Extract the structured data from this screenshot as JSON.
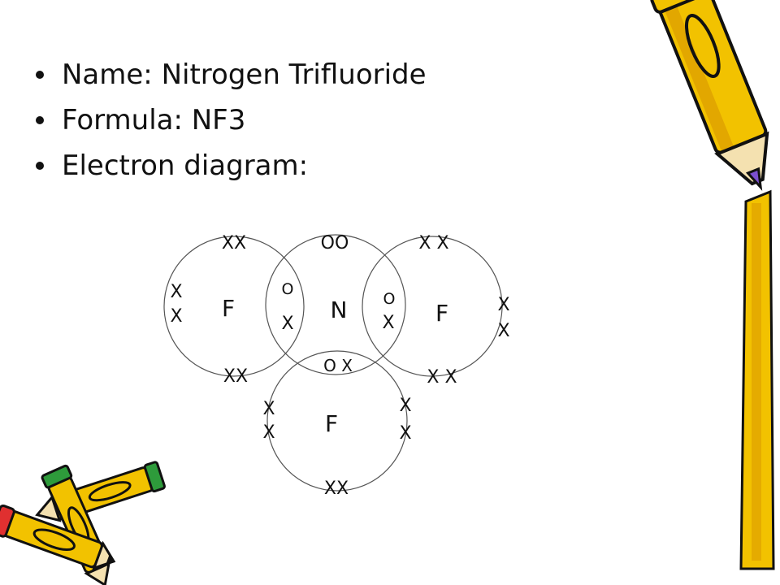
{
  "bullets": [
    {
      "text": "Name: Nitrogen Trifluoride"
    },
    {
      "text": "Formula: NF3"
    },
    {
      "text": "Electron diagram:"
    }
  ],
  "diagram": {
    "atoms": {
      "f_left": "F",
      "n_center": "N",
      "f_right": "F",
      "f_bottom": "F"
    },
    "electrons": {
      "f_left_top": "XX",
      "f_left_side_1": "X",
      "f_left_side_2": "X",
      "f_left_bottom": "XX",
      "n_top": "OO",
      "bond_left_o": "O",
      "bond_left_x": "X",
      "bond_right_o": "O",
      "bond_right_x": "X",
      "bond_bottom": "O X",
      "f_right_top": "X X",
      "f_right_side_1": "X",
      "f_right_side_2": "X",
      "f_right_bottom": "X X",
      "f_bottom_left_1": "X",
      "f_bottom_left_2": "X",
      "f_bottom_right_1": "X",
      "f_bottom_right_2": "X",
      "f_bottom_bottom": "XX"
    }
  },
  "decor": {
    "pencil_color": "#f2c200",
    "pencil_tip_color": "#7b4fd0",
    "eraser_color": "#e03030"
  }
}
